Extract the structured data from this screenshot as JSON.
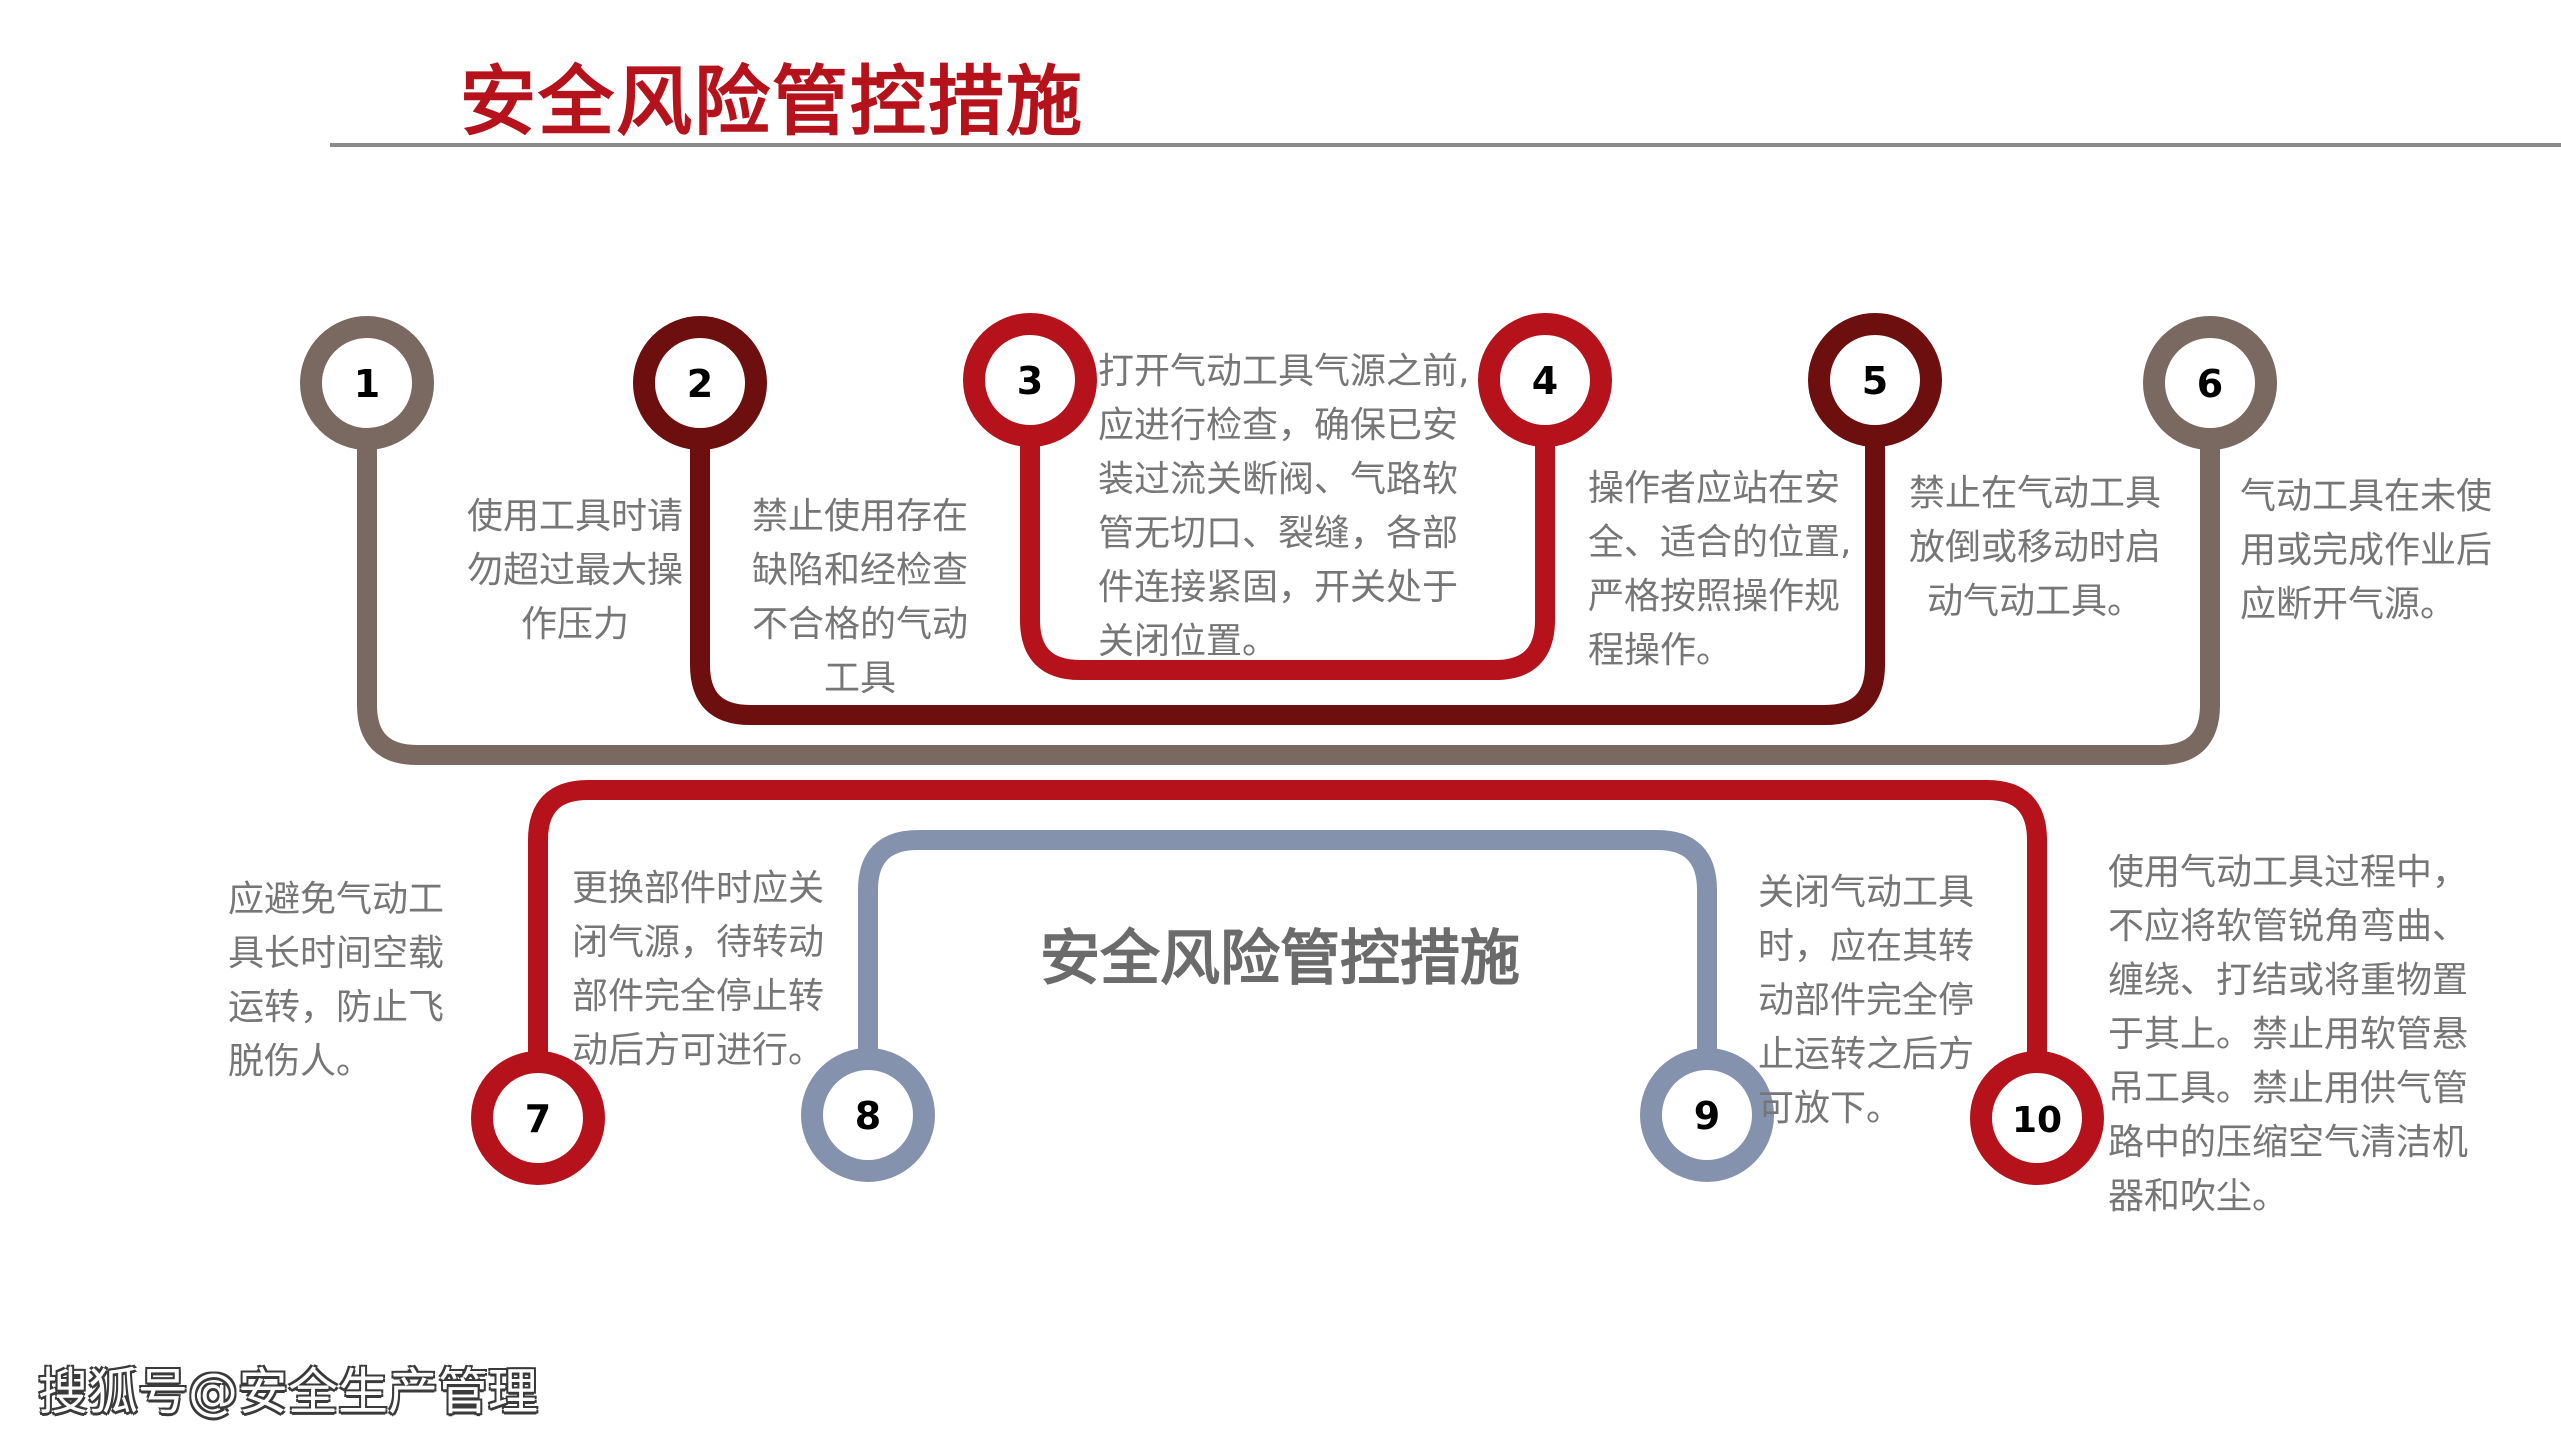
{
  "title": "安全风险管控措施",
  "center_title": "安全风险管控措施",
  "watermark": "搜狐号@安全生产管理",
  "colors": {
    "gray_brown": "#7a6960",
    "dark_red": "#6e0f0f",
    "red": "#b5121b",
    "blue_gray": "#8592ad",
    "title_red": "#b5121b"
  },
  "steps": [
    {
      "num": "1",
      "lines": [
        "使用工具时请",
        "勿超过最大操",
        "作压力"
      ]
    },
    {
      "num": "2",
      "lines": [
        "禁止使用存在",
        "缺陷和经检查",
        "不合格的气动",
        "工具"
      ]
    },
    {
      "num": "3",
      "lines": [
        "打开气动工具气源之前,",
        "应进行检查，确保已安",
        "装过流关断阀、气路软",
        "管无切口、裂缝，各部",
        "件连接紧固，开关处于",
        "关闭位置。"
      ]
    },
    {
      "num": "4",
      "lines": [
        "操作者应站在安",
        "全、适合的位置,",
        "严格按照操作规",
        "程操作。"
      ]
    },
    {
      "num": "5",
      "lines": [
        "禁止在气动工具",
        "放倒或移动时启",
        "动气动工具。"
      ]
    },
    {
      "num": "6",
      "lines": [
        "气动工具在未使",
        "用或完成作业后",
        "应断开气源。"
      ]
    },
    {
      "num": "7",
      "lines": [
        "应避免气动工",
        "具长时间空载",
        "运转，防止飞",
        "脱伤人。"
      ]
    },
    {
      "num": "8",
      "lines": [
        "更换部件时应关",
        "闭气源，待转动",
        "部件完全停止转",
        "动后方可进行。"
      ]
    },
    {
      "num": "9",
      "lines": [
        "关闭气动工具",
        "时，应在其转",
        "动部件完全停",
        "止运转之后方",
        "可放下。"
      ]
    },
    {
      "num": "10",
      "lines": [
        "使用气动工具过程中，",
        "不应将软管锐角弯曲、",
        "缠绕、打结或将重物置",
        "于其上。禁止用软管悬",
        "吊工具。禁止用供气管",
        "路中的压缩空气清洁机",
        "器和吹尘。"
      ]
    }
  ]
}
